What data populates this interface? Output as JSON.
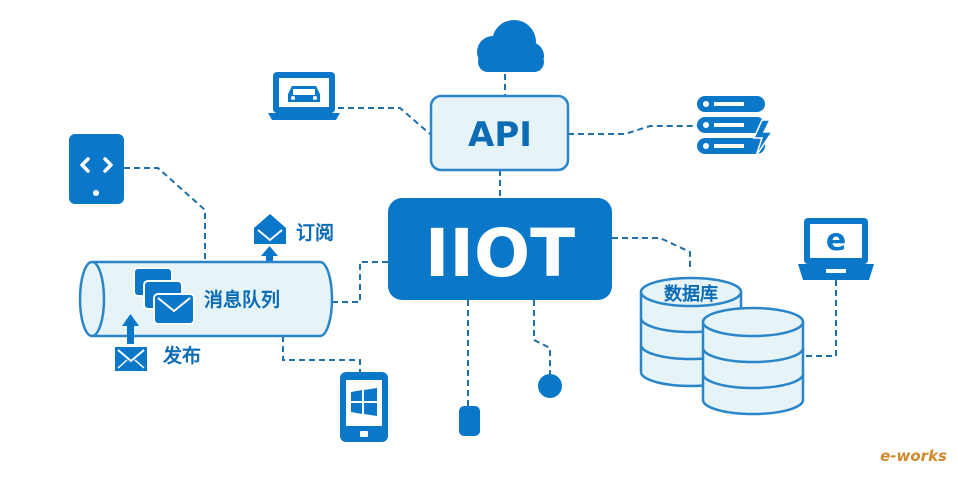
{
  "nodes": {
    "hub": "IIOT",
    "api": "API",
    "queue": "消息队列",
    "subscribe": "订阅",
    "publish": "发布",
    "database": "数据库",
    "browser_letter": "e"
  },
  "watermark": {
    "text": "e-works"
  },
  "colors": {
    "primary": "#0b77c8",
    "light_fill": "#e6f4f8",
    "outline": "#2a86c8",
    "dash": "#1f6fa8",
    "watermark": "#d08a2c"
  },
  "icons": [
    "cloud-icon",
    "car-laptop-icon",
    "server-icon",
    "code-tablet-icon",
    "envelope-icon",
    "phone-windows-icon",
    "browser-laptop-icon",
    "sensor-icon",
    "dot-icon",
    "database-icon"
  ]
}
